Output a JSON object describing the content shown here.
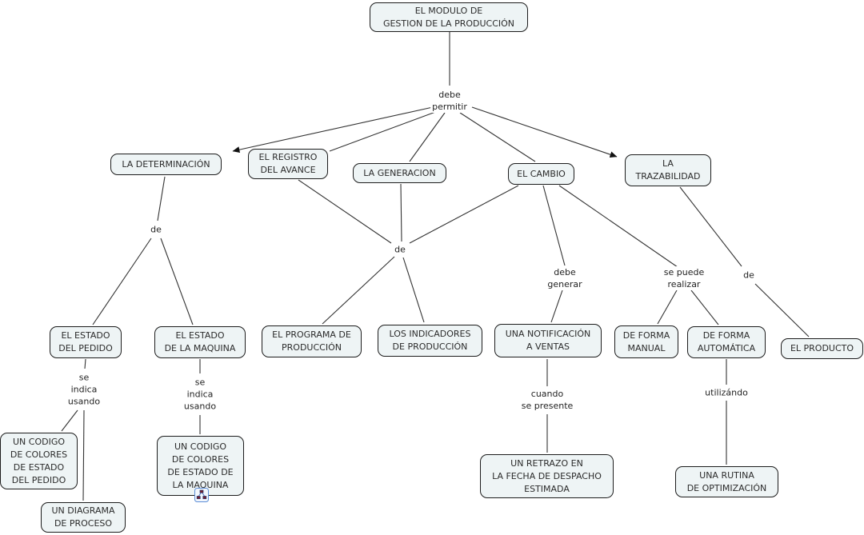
{
  "app": {
    "type": "concept-map",
    "background_color": "#ffffff",
    "node_fill_color": "#eef4f5",
    "node_border_color": "#1c1c1c",
    "line_color": "#333333",
    "text_color": "#2b2b2b"
  },
  "concepts": [
    {
      "id": "modulo",
      "label": "EL MODULO DE\nGESTION DE LA PRODUCCIÓN"
    },
    {
      "id": "determinacion",
      "label": "LA DETERMINACIÓN"
    },
    {
      "id": "registro",
      "label": "EL REGISTRO\nDEL AVANCE"
    },
    {
      "id": "generacion",
      "label": "LA GENERACION"
    },
    {
      "id": "cambio",
      "label": "EL CAMBIO"
    },
    {
      "id": "trazabilidad",
      "label": "LA\nTRAZABILIDAD"
    },
    {
      "id": "estado-pedido",
      "label": "EL ESTADO\nDEL PEDIDO"
    },
    {
      "id": "estado-maquina",
      "label": "EL ESTADO\nDE LA MAQUINA"
    },
    {
      "id": "programa",
      "label": "EL PROGRAMA DE\nPRODUCCIÓN"
    },
    {
      "id": "indicadores",
      "label": "LOS INDICADORES\nDE PRODUCCIÓN"
    },
    {
      "id": "notificacion",
      "label": "UNA NOTIFICACIÓN\nA VENTAS"
    },
    {
      "id": "forma-manual",
      "label": "DE FORMA\nMANUAL"
    },
    {
      "id": "forma-automatica",
      "label": "DE FORMA\nAUTOMÁTICA"
    },
    {
      "id": "producto",
      "label": "EL PRODUCTO"
    },
    {
      "id": "codigo-pedido",
      "label": "UN CODIGO\nDE COLORES\nDE ESTADO\nDEL PEDIDO"
    },
    {
      "id": "diagrama",
      "label": "UN DIAGRAMA\nDE PROCESO"
    },
    {
      "id": "codigo-maquina",
      "label": "UN CODIGO\nDE COLORES\nDE ESTADO DE\nLA MAQUINA"
    },
    {
      "id": "retrazo",
      "label": "UN RETRAZO EN\nLA FECHA DE DESPACHO\nESTIMADA"
    },
    {
      "id": "rutina",
      "label": "UNA RUTINA\nDE OPTIMIZACIÓN"
    }
  ],
  "linking_phrases": [
    {
      "id": "debe-permitir",
      "label": "debe\npermitir"
    },
    {
      "id": "de-1",
      "label": "de"
    },
    {
      "id": "de-2",
      "label": "de"
    },
    {
      "id": "debe-generar",
      "label": "debe\ngenerar"
    },
    {
      "id": "se-puede-realizar",
      "label": "se puede\nrealizar"
    },
    {
      "id": "de-3",
      "label": "de"
    },
    {
      "id": "se-indica-usando-1",
      "label": "se\nindica\nusando"
    },
    {
      "id": "se-indica-usando-2",
      "label": "se\nindica\nusando"
    },
    {
      "id": "cuando-se-presente",
      "label": "cuando\nse presente"
    },
    {
      "id": "utilizando",
      "label": "utilizándo"
    }
  ],
  "edges": [
    {
      "from": "modulo",
      "to": "debe-permitir",
      "arrow": false
    },
    {
      "from": "debe-permitir",
      "to": "determinacion",
      "arrow": true
    },
    {
      "from": "debe-permitir",
      "to": "registro",
      "arrow": false
    },
    {
      "from": "debe-permitir",
      "to": "generacion",
      "arrow": false
    },
    {
      "from": "debe-permitir",
      "to": "cambio",
      "arrow": false
    },
    {
      "from": "debe-permitir",
      "to": "trazabilidad",
      "arrow": true
    },
    {
      "from": "determinacion",
      "to": "de-1",
      "arrow": false
    },
    {
      "from": "de-1",
      "to": "estado-pedido",
      "arrow": false
    },
    {
      "from": "de-1",
      "to": "estado-maquina",
      "arrow": false
    },
    {
      "from": "registro",
      "to": "de-2",
      "arrow": false
    },
    {
      "from": "generacion",
      "to": "de-2",
      "arrow": false
    },
    {
      "from": "cambio",
      "to": "de-2",
      "arrow": false
    },
    {
      "from": "de-2",
      "to": "programa",
      "arrow": false
    },
    {
      "from": "de-2",
      "to": "indicadores",
      "arrow": false
    },
    {
      "from": "cambio",
      "to": "debe-generar",
      "arrow": false
    },
    {
      "from": "debe-generar",
      "to": "notificacion",
      "arrow": false
    },
    {
      "from": "cambio",
      "to": "se-puede-realizar",
      "arrow": false
    },
    {
      "from": "se-puede-realizar",
      "to": "forma-manual",
      "arrow": false
    },
    {
      "from": "se-puede-realizar",
      "to": "forma-automatica",
      "arrow": false
    },
    {
      "from": "trazabilidad",
      "to": "de-3",
      "arrow": false
    },
    {
      "from": "de-3",
      "to": "producto",
      "arrow": false
    },
    {
      "from": "estado-pedido",
      "to": "se-indica-usando-1",
      "arrow": false
    },
    {
      "from": "se-indica-usando-1",
      "to": "codigo-pedido",
      "arrow": false
    },
    {
      "from": "se-indica-usando-1",
      "to": "diagrama",
      "arrow": false
    },
    {
      "from": "estado-maquina",
      "to": "se-indica-usando-2",
      "arrow": false
    },
    {
      "from": "se-indica-usando-2",
      "to": "codigo-maquina",
      "arrow": false
    },
    {
      "from": "notificacion",
      "to": "cuando-se-presente",
      "arrow": false
    },
    {
      "from": "cuando-se-presente",
      "to": "retrazo",
      "arrow": false
    },
    {
      "from": "forma-automatica",
      "to": "utilizando",
      "arrow": false
    },
    {
      "from": "utilizando",
      "to": "rutina",
      "arrow": false
    }
  ],
  "icons": [
    {
      "id": "linked-resource-icon",
      "attached_to": "codigo-maquina",
      "glyph": "mini concept map in blue framed square"
    }
  ]
}
